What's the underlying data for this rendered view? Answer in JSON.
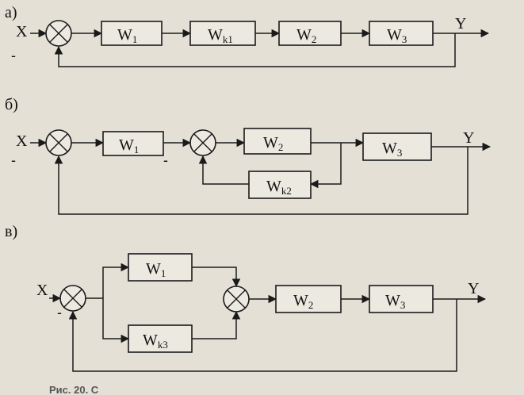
{
  "parts": {
    "a": "а)",
    "b": "б)",
    "v": "в)"
  },
  "signals": {
    "input": "X",
    "output": "Y",
    "minus": "-"
  },
  "diagram_a": {
    "blocks": [
      {
        "main": "W",
        "sub": "1"
      },
      {
        "main": "W",
        "sub": "k1"
      },
      {
        "main": "W",
        "sub": "2"
      },
      {
        "main": "W",
        "sub": "3"
      }
    ]
  },
  "diagram_b": {
    "blocks": [
      {
        "main": "W",
        "sub": "1"
      },
      {
        "main": "W",
        "sub": "2"
      },
      {
        "main": "W",
        "sub": "3"
      },
      {
        "main": "W",
        "sub": "k2"
      }
    ]
  },
  "diagram_c": {
    "blocks": [
      {
        "main": "W",
        "sub": "1"
      },
      {
        "main": "W",
        "sub": "k3"
      },
      {
        "main": "W",
        "sub": "2"
      },
      {
        "main": "W",
        "sub": "3"
      }
    ]
  },
  "caption": "Рис. 20. С"
}
